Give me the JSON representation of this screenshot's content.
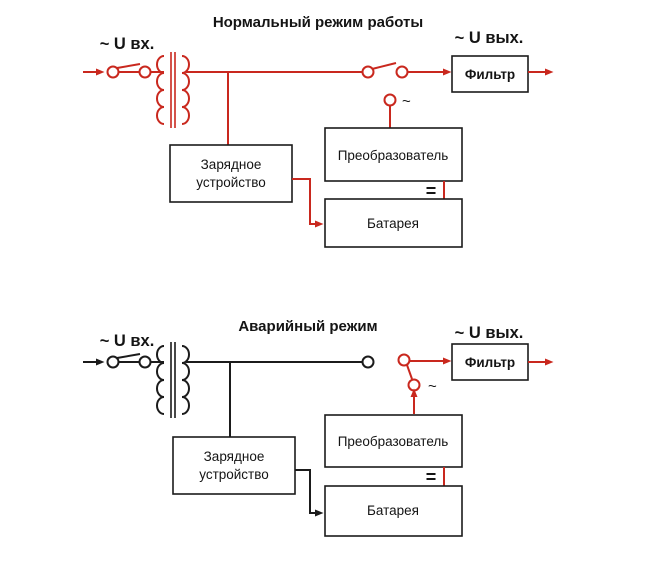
{
  "colors": {
    "active_path": "#c9281e",
    "inactive_path": "#1b1b1b",
    "box_border": "#1b1b1b",
    "background": "#ffffff"
  },
  "top": {
    "title": "Нормальный режим работы",
    "input_label": "~ U вх.",
    "output_label": "~ U вых.",
    "filter": "Фильтр",
    "converter": "Преобразователь",
    "battery": "Батарея",
    "charger_line1": "Зарядное",
    "charger_line2": "устройство",
    "ac_symbol": "~",
    "dc_symbol": "="
  },
  "bottom": {
    "title": "Аварийный режим",
    "input_label": "~ U вх.",
    "output_label": "~ U вых.",
    "filter": "Фильтр",
    "converter": "Преобразователь",
    "battery": "Батарея",
    "charger_line1": "Зарядное",
    "charger_line2": "устройство",
    "ac_symbol": "~",
    "dc_symbol": "="
  }
}
